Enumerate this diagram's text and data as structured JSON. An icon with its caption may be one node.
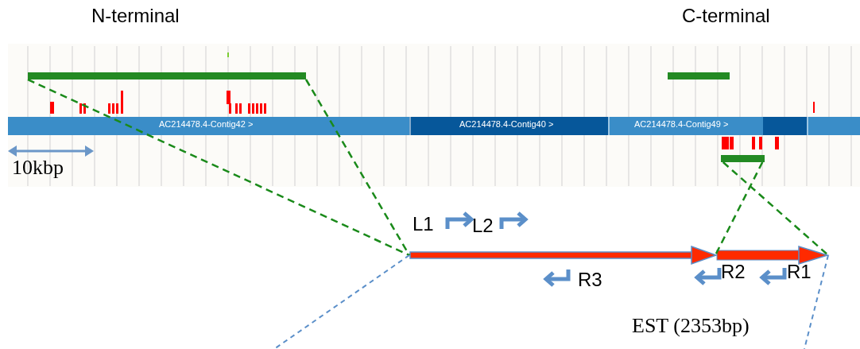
{
  "diagram": {
    "nodes": [
      {
        "text": [],
        "shape": "bar"
      },
      {
        "text": [],
        "shape": "bar"
      },
      {
        "text": [],
        "shape": "bar"
      },
      {
        "text": [],
        "shape": "bar"
      },
      {
        "text": [],
        "shape": "bar"
      }
    ],
    "edges": [
      {
        "from": 0,
        "to": 3,
        "arrow": "none",
        "style": "dashed",
        "color": "#1a8a1a"
      },
      {
        "from": 0,
        "to": 3,
        "arrow": "none",
        "style": "dashed",
        "color": "#1a8a1a"
      },
      {
        "from": 2,
        "to": 4,
        "arrow": "none",
        "style": "dashed",
        "color": "#1a8a1a"
      },
      {
        "from": 2,
        "to": 4,
        "arrow": "none",
        "style": "dashed",
        "color": "#1a8a1a"
      },
      {
        "from": 3,
        "to": null,
        "arrow": "none",
        "style": "dashed",
        "color": "#5b8fc9"
      },
      {
        "from": 4,
        "to": null,
        "arrow": "none",
        "style": "dashed",
        "color": "#5b8fc9"
      }
    ],
    "labels": [
      "N-terminal",
      "C-terminal",
      "AC214478.4-Contig42 >",
      "AC214478.4-Contig40 >",
      "AC214478.4-Contig49 >",
      "10kbp",
      "L1",
      "L2",
      "R3",
      "R2",
      "R1",
      "EST (2353bp)"
    ]
  }
}
